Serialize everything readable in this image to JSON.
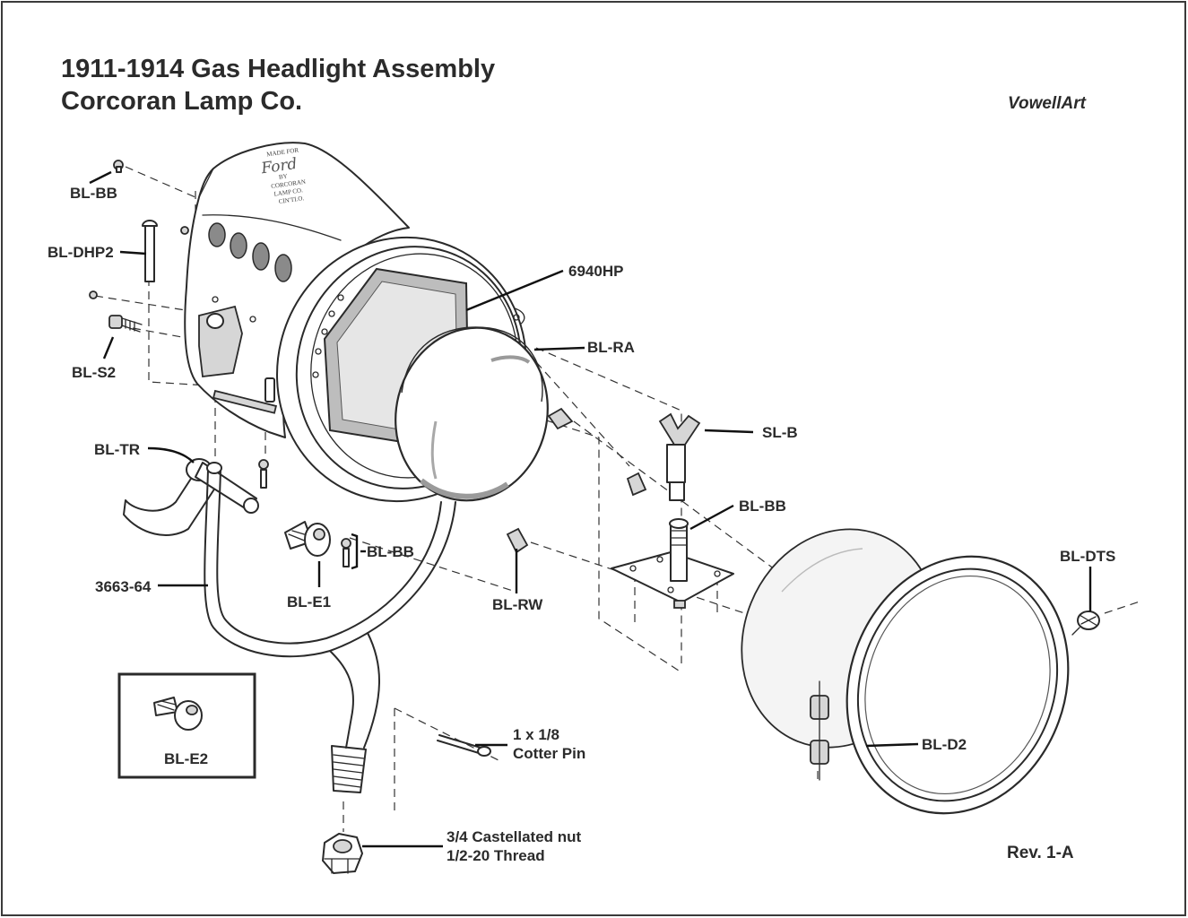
{
  "title": {
    "line1": "1911-1914 Gas Headlight Assembly",
    "line2": "Corcoran Lamp Co."
  },
  "credit": "VowellArt",
  "revision": "Rev. 1-A",
  "body_stamp": {
    "line1": "MADE FOR",
    "script": "Ford",
    "line2": "BY",
    "line3": "CORCORAN",
    "line4": "LAMP CO.",
    "line5": "CIN'TI.O."
  },
  "parts": {
    "bl_bb_top": "BL-BB",
    "bl_dhp2": "BL-DHP2",
    "bl_s2": "BL-S2",
    "p6940hp": "6940HP",
    "bl_ra": "BL-RA",
    "sl_b": "SL-B",
    "bl_bb_mid": "BL-BB",
    "bl_tr": "BL-TR",
    "bl_bb_lower": "BL-BB",
    "bl_e1": "BL-E1",
    "p3663_64": "3663-64",
    "bl_rw": "BL-RW",
    "bl_dts": "BL-DTS",
    "bl_d2": "BL-D2",
    "bl_e2": "BL-E2",
    "cotter_pin": {
      "line1": "1 x 1/8",
      "line2": "Cotter Pin"
    },
    "castellated_nut": {
      "line1": "3/4 Castellated nut",
      "line2": "1/2-20 Thread"
    }
  }
}
